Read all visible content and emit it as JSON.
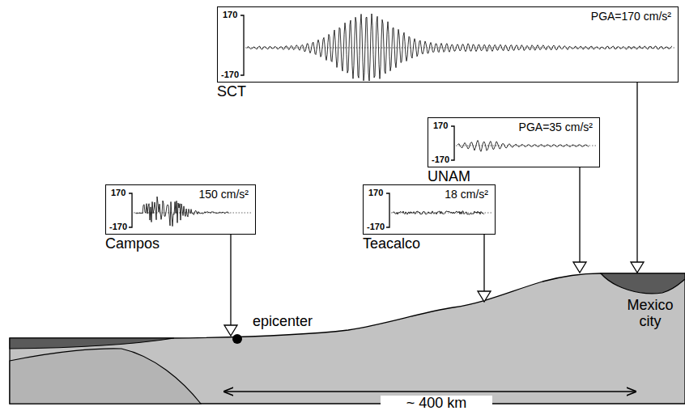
{
  "diagram": {
    "nodes": [
      {
        "text": [
          "170",
          "-170",
          "PGA=170 cm/s²",
          "SCT"
        ]
      },
      {
        "text": [
          "170",
          "-170",
          "PGA=35 cm/s²",
          "UNAM"
        ]
      },
      {
        "text": [
          "170",
          "-170",
          "150 cm/s²",
          "Campos"
        ]
      },
      {
        "text": [
          "170",
          "-170",
          "18 cm/s²",
          "Teacalco"
        ]
      }
    ],
    "labels": [
      "epicenter",
      "Mexico city",
      "~ 400 km"
    ]
  }
}
